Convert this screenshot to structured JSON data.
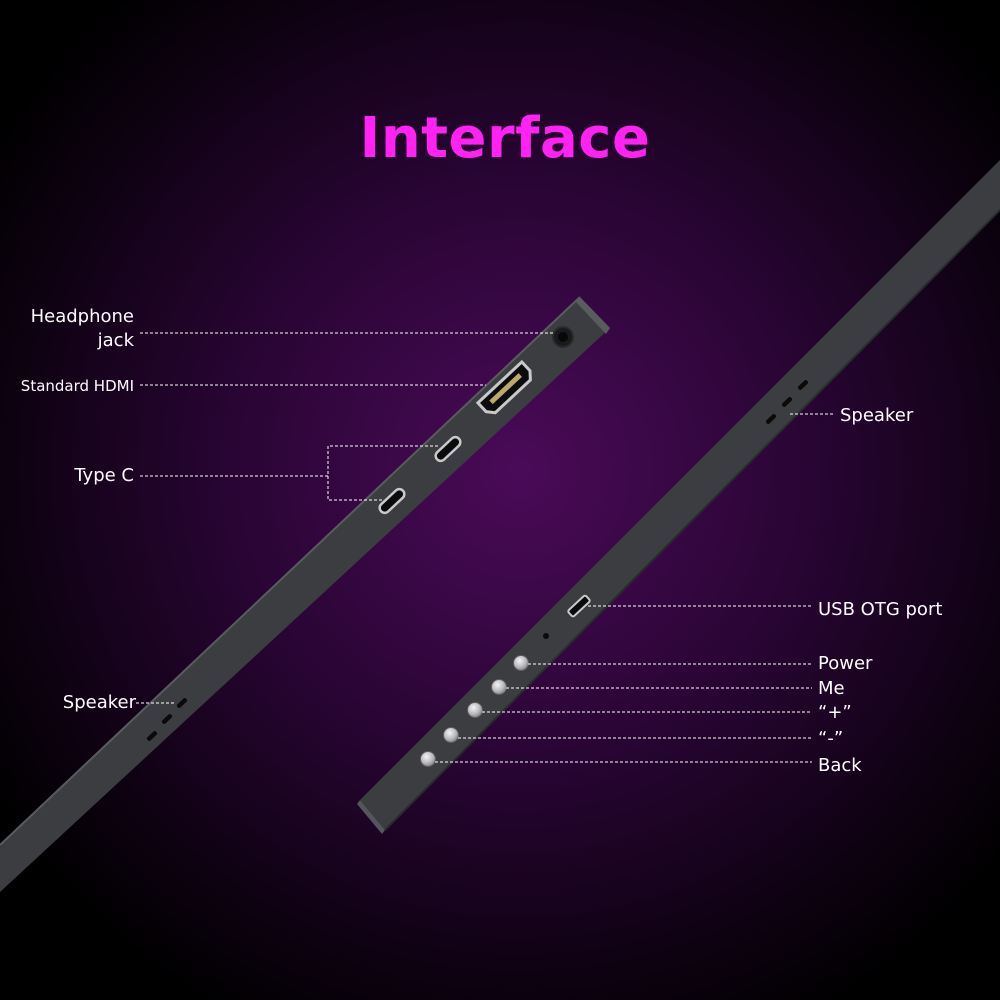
{
  "title": "Interface",
  "labels": {
    "headphone_line1": "Headphone",
    "headphone_line2": "jack",
    "hdmi": "Standard HDMI",
    "type_c": "Type C",
    "speaker_left": "Speaker",
    "speaker_right": "Speaker",
    "usb_otg": "USB OTG port",
    "power": "Power",
    "menu": "Me",
    "plus": "“+”",
    "minus": "“-”",
    "back": "Back"
  },
  "colors": {
    "title": "#ff22f2",
    "background_glow": "#4a0a58",
    "background_edge": "#000000",
    "device_body": "#3c3d40",
    "device_edge": "#56575b",
    "leader_line": "#ffffff"
  }
}
